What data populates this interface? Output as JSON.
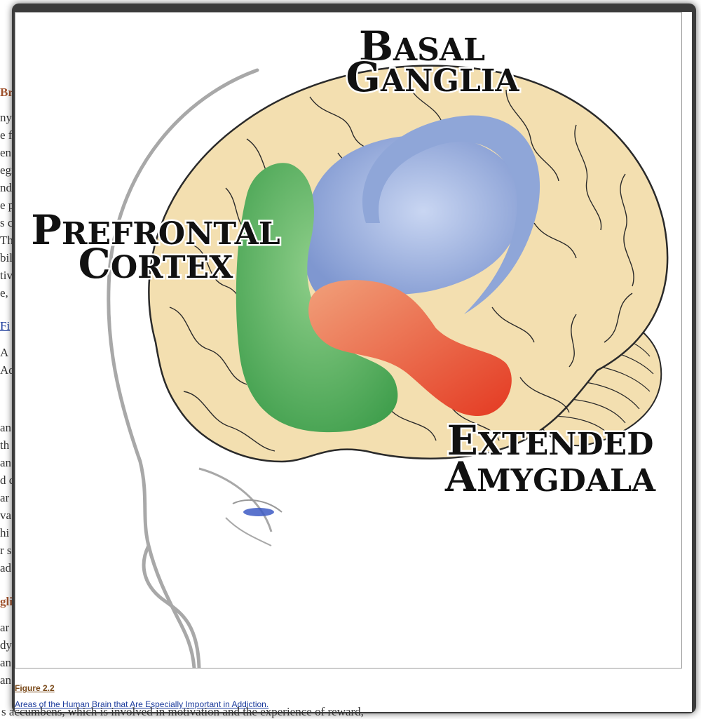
{
  "background_document": {
    "lines": [
      {
        "text": "Br",
        "top": 0,
        "kind": "heading"
      },
      {
        "text": "ny",
        "top": 0,
        "kind": "text"
      },
      {
        "text": "e f",
        "top": 0,
        "kind": "text"
      },
      {
        "text": "en",
        "top": 0,
        "kind": "text"
      },
      {
        "text": "egi",
        "top": 0,
        "kind": "text"
      },
      {
        "text": "nd",
        "top": 0,
        "kind": "text"
      },
      {
        "text": "e p",
        "top": 0,
        "kind": "text"
      },
      {
        "text": "s c",
        "top": 0,
        "kind": "text"
      },
      {
        "text": "Th",
        "top": 0,
        "kind": "text"
      },
      {
        "text": "bil",
        "top": 0,
        "kind": "text"
      },
      {
        "text": "tiv",
        "top": 0,
        "kind": "text"
      },
      {
        "text": "e,",
        "top": 0,
        "kind": "text"
      },
      {
        "text": "Fi",
        "top": 0,
        "kind": "link"
      },
      {
        "text": "A",
        "top": 0,
        "kind": "text"
      },
      {
        "text": "Ad",
        "top": 0,
        "kind": "text"
      },
      {
        "text": "an",
        "top": 0,
        "kind": "text"
      },
      {
        "text": "th",
        "top": 0,
        "kind": "text"
      },
      {
        "text": "an",
        "top": 0,
        "kind": "text"
      },
      {
        "text": "d c",
        "top": 0,
        "kind": "text"
      },
      {
        "text": "ar",
        "top": 0,
        "kind": "text"
      },
      {
        "text": "va",
        "top": 0,
        "kind": "text"
      },
      {
        "text": "hi",
        "top": 0,
        "kind": "text"
      },
      {
        "text": "r s",
        "top": 0,
        "kind": "text"
      },
      {
        "text": "ad",
        "top": 0,
        "kind": "text"
      },
      {
        "text": "gli",
        "top": 0,
        "kind": "heading"
      },
      {
        "text": "ar",
        "top": 0,
        "kind": "text"
      },
      {
        "text": "dy",
        "top": 0,
        "kind": "text"
      },
      {
        "text": "an",
        "top": 0,
        "kind": "text"
      },
      {
        "text": "an",
        "top": 0,
        "kind": "text"
      }
    ],
    "bottom_line": "s accumbens, which is involved in motivation and the experience of reward,"
  },
  "figure": {
    "labels": {
      "basal_ganglia": [
        "Basal",
        "Ganglia"
      ],
      "prefrontal_cortex": [
        "Prefrontal",
        "Cortex"
      ],
      "extended_amygdala": [
        "Extended",
        "Amygdala"
      ]
    },
    "colors": {
      "brain": "#f3dfb0",
      "brain_outline": "#2a2a2a",
      "basal_ganglia": "#8fa6d8",
      "prefrontal_cortex": "#4fae5c",
      "extended_amygdala": "#e8553f",
      "head_outline": "#a8a8a8",
      "eye": "#3d5bc4"
    },
    "caption_number": "Figure 2.2",
    "caption_title": "Areas of the Human Brain that Are Especially Important in Addiction."
  }
}
